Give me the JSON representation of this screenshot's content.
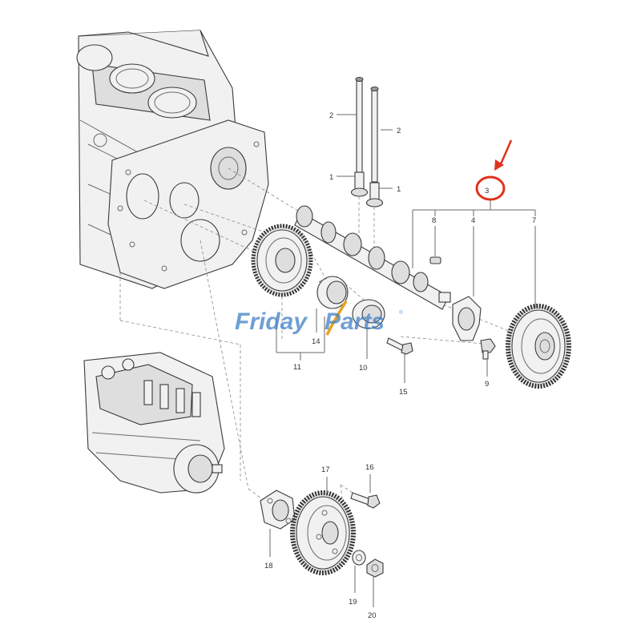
{
  "watermark": {
    "part1": "Friday",
    "part2": "Parts",
    "registered": "®"
  },
  "highlight": {
    "callout": "3",
    "circle_color": "#e0321c",
    "arrow_color": "#e0321c"
  },
  "watermark_color": "#3f7fc4",
  "callouts": {
    "c1a": "1",
    "c1b": "1",
    "c2a": "2",
    "c2b": "2",
    "c3": "3",
    "c4": "4",
    "c7": "7",
    "c8": "8",
    "c9": "9",
    "c10": "10",
    "c11": "11",
    "c14": "14",
    "c15": "15",
    "c16": "16",
    "c17": "17",
    "c18": "18",
    "c19": "19",
    "c20": "20"
  }
}
